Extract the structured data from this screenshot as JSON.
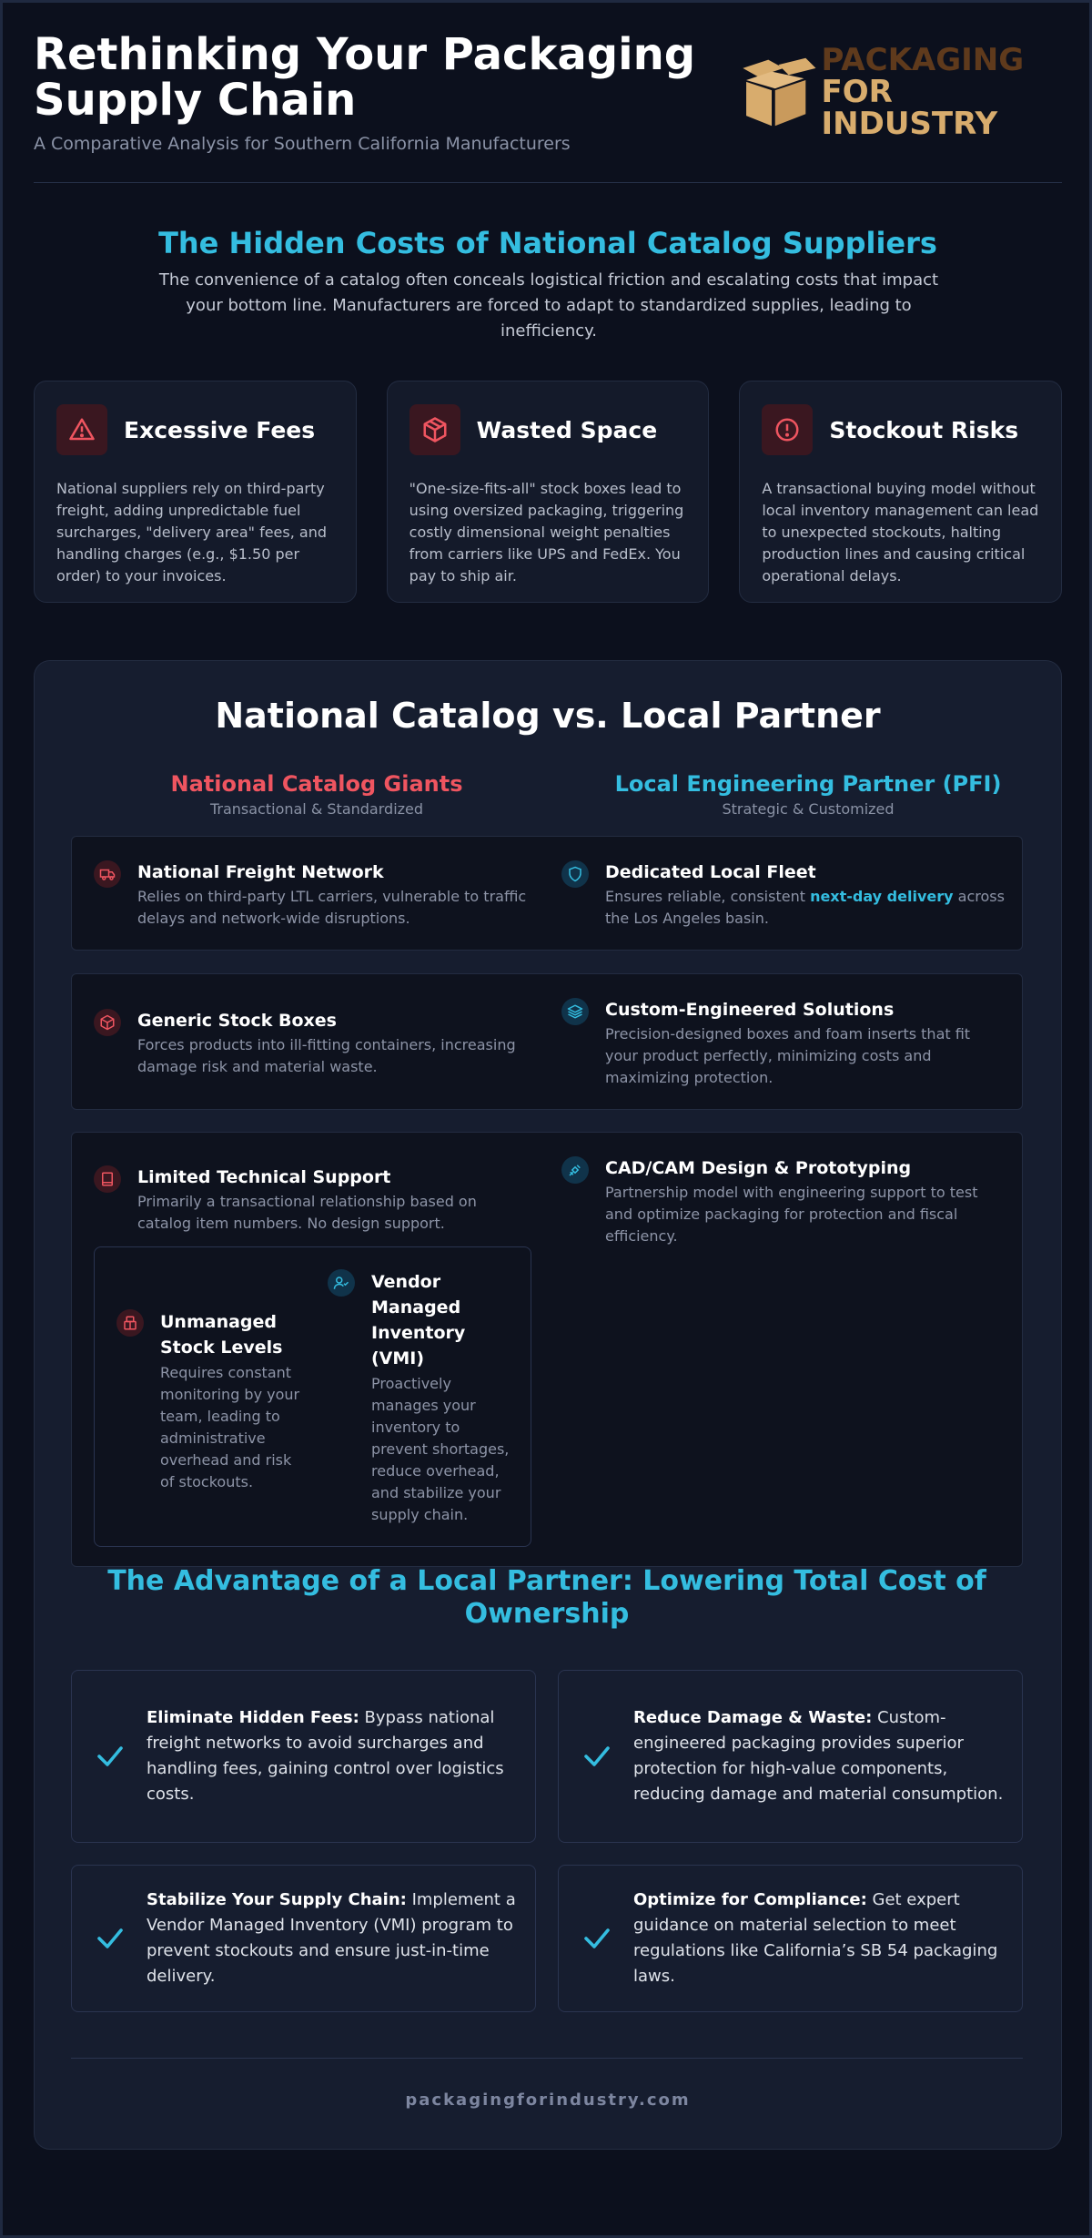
{
  "header": {
    "title": "Rethinking Your Packaging Supply Chain",
    "subtitle": "A Comparative Analysis for Southern California Manufacturers",
    "logo_line1": "PACKAGING",
    "logo_line2": "FOR INDUSTRY"
  },
  "hidden_costs": {
    "title": "The Hidden Costs of National Catalog Suppliers",
    "intro": "The convenience of a catalog often conceals logistical friction and escalating costs that impact your bottom line. Manufacturers are forced to adapt to standardized supplies, leading to inefficiency.",
    "cards": [
      {
        "title": "Excessive Fees",
        "icon": "warning-triangle-icon",
        "body": "National suppliers rely on third-party freight, adding unpredictable fuel surcharges, \"delivery area\" fees, and handling charges (e.g., $1.50 per order) to your invoices."
      },
      {
        "title": "Wasted Space",
        "icon": "box-icon",
        "body": "\"One-size-fits-all\" stock boxes lead to using oversized packaging, triggering costly dimensional weight penalties from carriers like UPS and FedEx. You pay to ship air."
      },
      {
        "title": "Stockout Risks",
        "icon": "alert-circle-icon",
        "body": "A transactional buying model without local inventory management can lead to unexpected stockouts, halting production lines and causing critical operational delays."
      }
    ]
  },
  "comparison": {
    "title": "National Catalog vs. Local Partner",
    "left_heading": "National Catalog Giants",
    "left_sub": "Transactional & Standardized",
    "right_heading": "Local Engineering Partner (PFI)",
    "right_sub": "Strategic & Customized",
    "rows": [
      {
        "left": {
          "title": "National Freight Network",
          "icon": "truck-icon",
          "desc": "Relies on third-party LTL carriers, vulnerable to traffic delays and network-wide disruptions."
        },
        "right": {
          "title": "Dedicated Local Fleet",
          "icon": "shield-icon",
          "desc_pre": "Ensures reliable, consistent ",
          "desc_hl": "next-day delivery",
          "desc_post": " across the Los Angeles basin."
        }
      },
      {
        "left": {
          "title": "Generic Stock Boxes",
          "icon": "cube-icon",
          "desc": "Forces products into ill-fitting containers, increasing damage risk and material waste."
        },
        "right": {
          "title": "Custom-Engineered Solutions",
          "icon": "layers-icon",
          "desc": "Precision-designed boxes and foam inserts that fit your product perfectly, minimizing costs and maximizing protection."
        }
      },
      {
        "left": {
          "title": "Limited Technical Support",
          "icon": "book-icon",
          "desc": "Primarily a transactional relationship based on catalog item numbers. No design support."
        },
        "right": {
          "title": "CAD/CAM Design & Prototyping",
          "icon": "satellite-icon",
          "desc": "Partnership model with engineering support to test and optimize packaging for protection and fiscal efficiency."
        }
      },
      {
        "left": {
          "title": "Unmanaged Stock Levels",
          "icon": "boxes-icon",
          "desc": "Requires constant monitoring by your team, leading to administrative overhead and risk of stockouts."
        },
        "right": {
          "title": "Vendor Managed Inventory (VMI)",
          "icon": "user-check-icon",
          "desc": "Proactively manages your inventory to prevent shortages, reduce overhead, and stabilize your supply chain."
        }
      }
    ]
  },
  "advantages": {
    "title": "The Advantage of a Local Partner: Lowering Total Cost of Ownership",
    "items": [
      {
        "bold": "Eliminate Hidden Fees:",
        "text": " Bypass national freight networks to avoid surcharges and handling fees, gaining control over logistics costs."
      },
      {
        "bold": "Reduce Damage & Waste:",
        "text": " Custom-engineered packaging provides superior protection for high-value components, reducing damage and material consumption."
      },
      {
        "bold": "Stabilize Your Supply Chain:",
        "text": " Implement a Vendor Managed Inventory (VMI) program to prevent stockouts and ensure just-in-time delivery."
      },
      {
        "bold": "Optimize for Compliance:",
        "text": " Get expert guidance on material selection to meet regulations like California’s SB 54 packaging laws."
      }
    ]
  },
  "footer": {
    "url": "packagingforindustry.com"
  },
  "colors": {
    "accent": "#34bde0",
    "danger": "#ef5560",
    "brand_gold": "#d8ac6d",
    "brand_brown": "#5f3a1c"
  }
}
